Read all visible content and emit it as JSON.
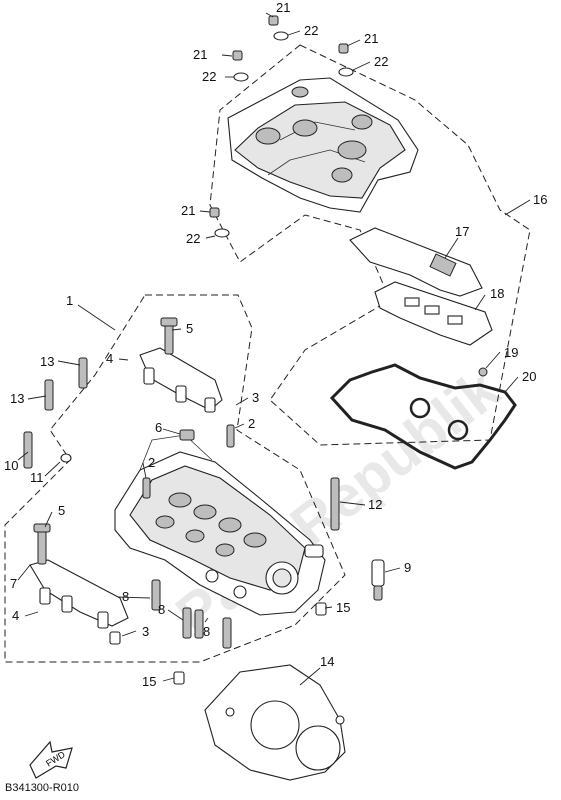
{
  "diagram": {
    "ref_code": "B341300-R010",
    "fwd_label": "FWD",
    "watermark": "PartsRepublik",
    "callouts": {
      "c21a": "21",
      "c22a": "22",
      "c21b": "21",
      "c22b": "22",
      "c21c": "21",
      "c22c": "22",
      "c21d": "21",
      "c22d": "22",
      "c16": "16",
      "c17": "17",
      "c18": "18",
      "c19": "19",
      "c20": "20",
      "c1": "1",
      "c5a": "5",
      "c4a": "4",
      "c13a": "13",
      "c13b": "13",
      "c3a": "3",
      "c2a": "2",
      "c6": "6",
      "c10": "10",
      "c11": "11",
      "c2b": "2",
      "c12": "12",
      "c9": "9",
      "c5b": "5",
      "c7": "7",
      "c4b": "4",
      "c8a": "8",
      "c8b": "8",
      "c8c": "8",
      "c3b": "3",
      "c15a": "15",
      "c15b": "15",
      "c14": "14"
    }
  }
}
